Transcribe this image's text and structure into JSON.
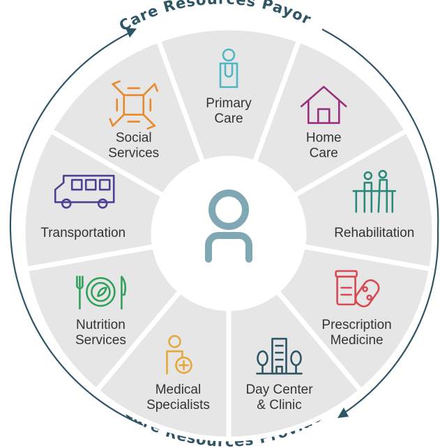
{
  "ring": {
    "top_label": "Care Resources Payor",
    "bottom_label": "Care Resources Provider",
    "color": "#2e5566"
  },
  "segments": [
    {
      "label_lines": [
        "Primary",
        "Care"
      ],
      "icon": "doctor-icon",
      "color": "#4db8c4"
    },
    {
      "label_lines": [
        "Home",
        "Care"
      ],
      "icon": "house-icon",
      "color": "#9a2f7d"
    },
    {
      "label_lines": [
        "Rehabilitation"
      ],
      "icon": "rehabilitation-icon",
      "color": "#2a8a7a"
    },
    {
      "label_lines": [
        "Prescription",
        "Medicine"
      ],
      "icon": "medicine-icon",
      "color": "#d9484e"
    },
    {
      "label_lines": [
        "Day Center",
        "& Clinic"
      ],
      "icon": "building-icon",
      "color": "#2e5566"
    },
    {
      "label_lines": [
        "Medical",
        "Specialists"
      ],
      "icon": "specialist-icon",
      "color": "#e4a93a"
    },
    {
      "label_lines": [
        "Nutrition",
        "Services"
      ],
      "icon": "plate-icon",
      "color": "#2ea05a"
    },
    {
      "label_lines": [
        "Transportation"
      ],
      "icon": "bus-icon",
      "color": "#4d3f91"
    },
    {
      "label_lines": [
        "Social",
        "Services"
      ],
      "icon": "hands-icon",
      "color": "#e8892b"
    }
  ],
  "center": {
    "icon": "person-icon",
    "color": "#7fa8b4"
  }
}
